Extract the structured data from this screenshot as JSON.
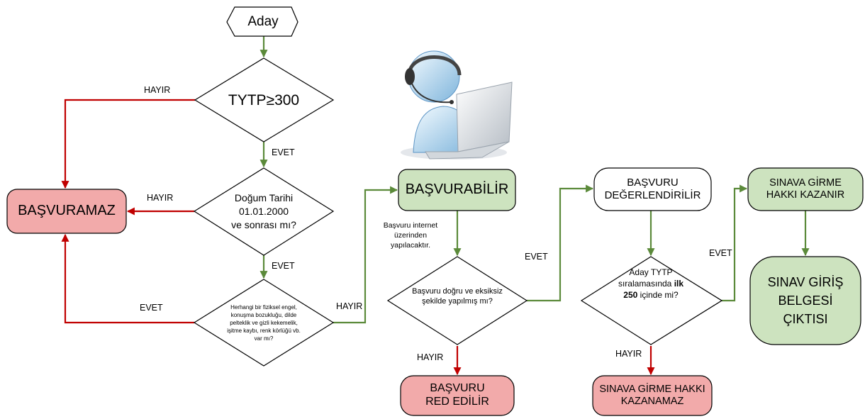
{
  "colors": {
    "green_line": "#5b8a3a",
    "red_line": "#c00000",
    "red_fill": "#f2aaaa",
    "green_fill": "#cde3bf",
    "white_fill": "#ffffff",
    "stroke": "#000000"
  },
  "nodes": {
    "aday": "Aday",
    "tytp": "TYTP≥300",
    "dogum_line1": "Doğum Tarihi",
    "dogum_line2": "01.01.2000",
    "dogum_line3": "ve sonrası mı?",
    "engel": "Herhangi bir fiziksel engel, konuşma bozukluğu, dilde pelteklik ve gizli kekemelik, işitme kaybı, renk körlüğü vb. var mı?",
    "basvuramaz": "BAŞVURAMAZ",
    "basvurabilir": "BAŞVURABİLİR",
    "basvuru_note": "Başvuru internet üzerinden yapılacaktır.",
    "basvuru_dogru": "Başvuru doğru ve eksiksiz şekilde yapılmış mı?",
    "red_line1": "BAŞVURU",
    "red_line2": "RED EDİLİR",
    "degerlendirilir_line1": "BAŞVURU",
    "degerlendirilir_line2": "DEĞERLENDİRİLİR",
    "aday_tytp_pre": "Aday TYTP sıralamasında",
    "aday_tytp_bold": "ilk 250",
    "aday_tytp_post": "içinde mi?",
    "kazanamaz_line1": "SINAVA GİRME HAKKI",
    "kazanamaz_line2": "KAZANAMAZ",
    "kazanir_line1": "SINAVA GİRME",
    "kazanir_line2": "HAKKI KAZANIR",
    "belge_line1": "SINAV GİRİŞ",
    "belge_line2": "BELGESİ",
    "belge_line3": "ÇIKTISI"
  },
  "edges": {
    "hayir_tytp": "HAYIR",
    "evet_tytp": "EVET",
    "hayir_dogum": "HAYIR",
    "evet_dogum": "EVET",
    "evet_engel": "EVET",
    "hayir_engel": "HAYIR",
    "evet_basvuru": "EVET",
    "hayir_basvuru": "HAYIR",
    "evet_sira": "EVET",
    "hayir_sira": "HAYIR"
  }
}
